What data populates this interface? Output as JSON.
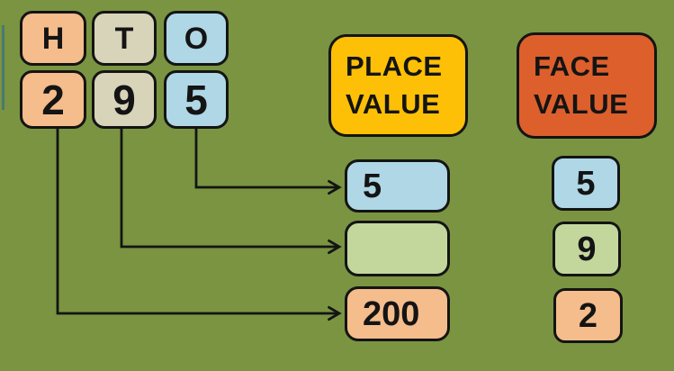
{
  "palette": {
    "background": "#7A9441",
    "peach": "#F5BC8C",
    "tan": "#D8D4BA",
    "blue": "#AFD7E6",
    "light_green": "#C3D79D",
    "yellow": "#FEC006",
    "orange_red": "#DD5F2C",
    "outline": "#141414",
    "teal_accent": "#4B786F"
  },
  "place_chart": {
    "columns": [
      {
        "header": "H",
        "digit": "2"
      },
      {
        "header": "T",
        "digit": "9"
      },
      {
        "header": "O",
        "digit": "5"
      }
    ]
  },
  "place_value": {
    "title_line1": "PLACE",
    "title_line2": "VALUE",
    "rows": [
      {
        "value": "5"
      },
      {
        "value": ""
      },
      {
        "value": "200"
      }
    ]
  },
  "face_value": {
    "title_line1": "FACE",
    "title_line2": "VALUE",
    "rows": [
      {
        "value": "5"
      },
      {
        "value": "9"
      },
      {
        "value": "2"
      }
    ]
  }
}
